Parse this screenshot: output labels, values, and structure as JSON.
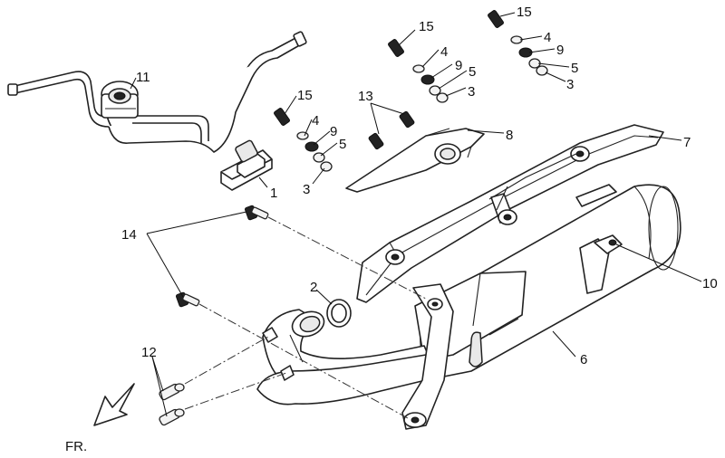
{
  "callouts": {
    "c1": "1",
    "c2": "2",
    "c3a": "3",
    "c3b": "3",
    "c3c": "3",
    "c4a": "4",
    "c4b": "4",
    "c4c": "4",
    "c5a": "5",
    "c5b": "5",
    "c5c": "5",
    "c6": "6",
    "c7": "7",
    "c8": "8",
    "c9a": "9",
    "c9b": "9",
    "c9c": "9",
    "c10": "10",
    "c11": "11",
    "c12": "12",
    "c13": "13",
    "c14": "14",
    "c15a": "15",
    "c15b": "15",
    "c15c": "15"
  },
  "orientation_label": "FR."
}
